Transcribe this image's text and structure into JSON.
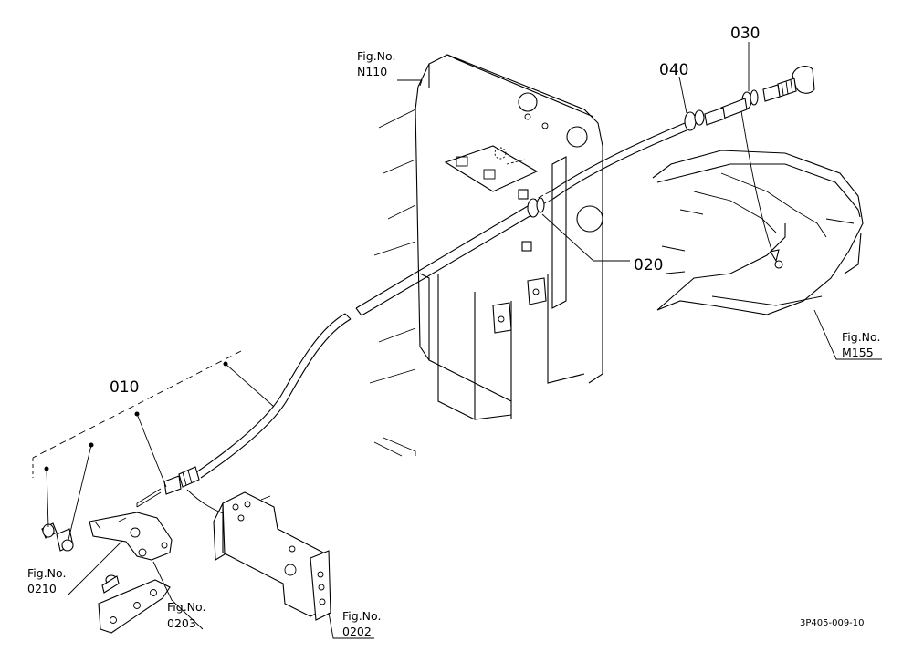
{
  "callouts": {
    "c010": "010",
    "c020": "020",
    "c030": "030",
    "c040": "040"
  },
  "fig_refs": {
    "n110": {
      "caption": "Fig.No.",
      "number": "N110"
    },
    "m155": {
      "caption": "Fig.No.",
      "number": "M155"
    },
    "f0210": {
      "caption": "Fig.No.",
      "number": "0210"
    },
    "f0203": {
      "caption": "Fig.No.",
      "number": "0203"
    },
    "f0202": {
      "caption": "Fig.No.",
      "number": "0202"
    }
  },
  "drawing_code": "3P405-009-10"
}
